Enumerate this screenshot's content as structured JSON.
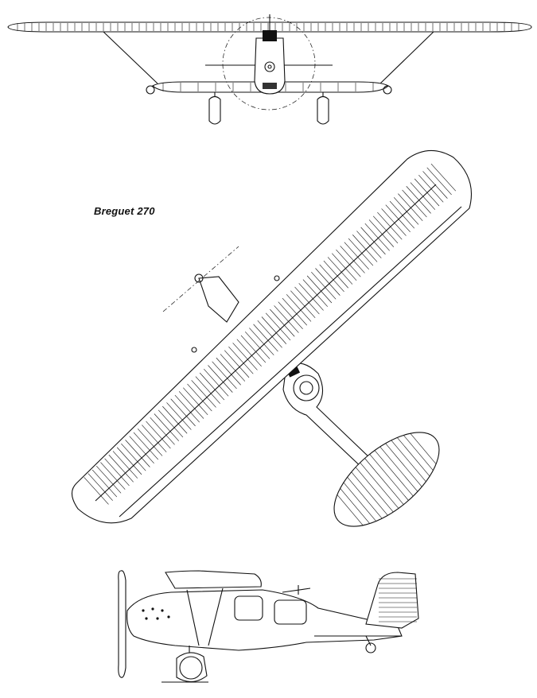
{
  "drawing": {
    "title": "Breguet 270",
    "views": [
      "front-view",
      "plan-view",
      "side-view"
    ]
  },
  "colors": {
    "ink": "#111111",
    "paper": "#ffffff"
  }
}
